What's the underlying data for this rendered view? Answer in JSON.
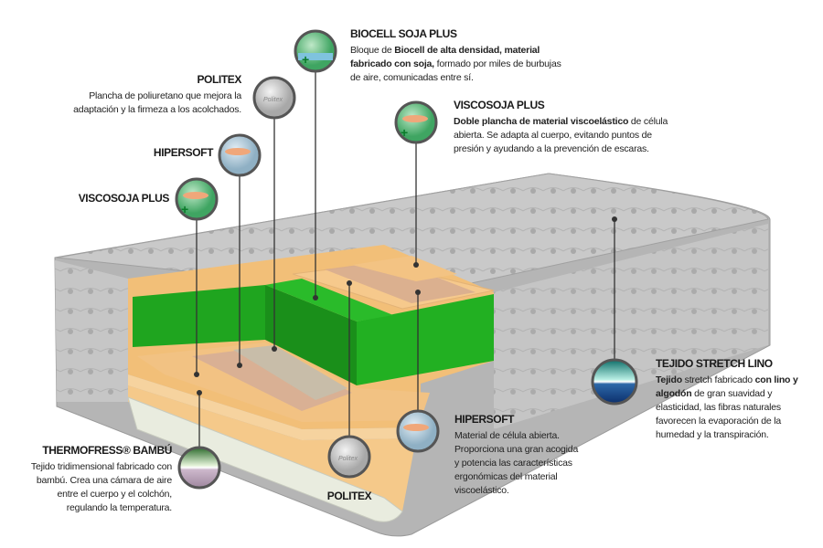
{
  "colors": {
    "green": "#1fa51f",
    "foam": "#f5c98a",
    "politex": "#d8a88a",
    "gray": "#bdbdbd",
    "text": "#222222"
  },
  "labels": {
    "biocell": {
      "title": "BIOCELL SOJA PLUS",
      "desc": [
        {
          "b": false,
          "t": "Bloque de "
        },
        {
          "b": true,
          "t": "Biocell de alta densidad, material fabricado con soja,"
        },
        {
          "b": false,
          "t": " formado por miles de burbujas de aire, comunicadas entre sí."
        }
      ]
    },
    "politex_top": {
      "title": "POLITEX",
      "desc": [
        {
          "b": false,
          "t": "Plancha de poliuretano que mejora la adaptación y la firmeza a los acolchados."
        }
      ]
    },
    "hipersoft_top": {
      "title": "HIPERSOFT"
    },
    "viscosoja_left": {
      "title": "VISCOSOJA PLUS"
    },
    "viscosoja_right": {
      "title": "VISCOSOJA PLUS",
      "desc": [
        {
          "b": true,
          "t": "Doble plancha de material viscoelástico"
        },
        {
          "b": false,
          "t": " de célula abierta. Se adapta al cuerpo, evitando puntos de presión y ayudando a la prevención de escaras."
        }
      ]
    },
    "tejido": {
      "title": "TEJIDO STRETCH LINO",
      "desc": [
        {
          "b": true,
          "t": "Tejido"
        },
        {
          "b": false,
          "t": " stretch fabricado "
        },
        {
          "b": true,
          "t": "con lino y algodón"
        },
        {
          "b": false,
          "t": " de gran suavidad y elasticidad, las fibras naturales favorecen la evaporación de la humedad y la transpiración."
        }
      ]
    },
    "hipersoft_bottom": {
      "title": "HIPERSOFT",
      "desc": [
        {
          "b": false,
          "t": "Material de célula abierta. Proporciona una gran acogida y potencia las características ergonómicas del material viscoelástico."
        }
      ]
    },
    "politex_bottom": {
      "title": "POLITEX"
    },
    "thermofress": {
      "title": "THERMOFRESS® BAMBÚ",
      "desc": [
        {
          "b": false,
          "t": "Tejido tridimensional fabricado con bambú. Crea una cámara de aire entre el cuerpo y el colchón, regulando la temperatura."
        }
      ]
    }
  },
  "icons": {
    "biocell": "biocell-foam-icon",
    "politex": "politex-sheet-icon",
    "hipersoft": "hand-foam-icon",
    "viscosoja": "hand-plus-icon",
    "tejido": "fabric-wave-icon",
    "thermofress": "bamboo-fiber-icon",
    "politex_logo": "Politex"
  }
}
